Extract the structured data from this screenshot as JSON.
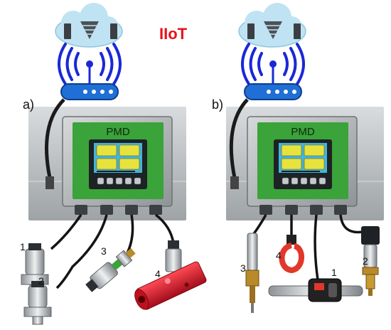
{
  "title": "IIoT",
  "colors": {
    "title": "#e8101a",
    "wifi": "#1a28d8",
    "router": "#1f6fd6",
    "pmd_green": "#3aa33a",
    "cloud": "#bfe3f2",
    "red_manifold": "#d9152a"
  },
  "panels": [
    {
      "id": "a",
      "label": "a)",
      "device": "PMD",
      "sensors": [
        {
          "label": "1",
          "kind": "pressure-transducer"
        },
        {
          "label": "2",
          "kind": "pressure-transducer"
        },
        {
          "label": "3",
          "kind": "pressure-transducer"
        },
        {
          "label": "4",
          "kind": "pressure-transducer-on-manifold"
        }
      ]
    },
    {
      "id": "b",
      "label": "b)",
      "device": "PMD",
      "sensors": [
        {
          "label": "1",
          "kind": "flow-meter"
        },
        {
          "label": "2",
          "kind": "pressure-switch"
        },
        {
          "label": "3",
          "kind": "temperature-probe"
        },
        {
          "label": "4",
          "kind": "current-clamp"
        }
      ]
    }
  ]
}
